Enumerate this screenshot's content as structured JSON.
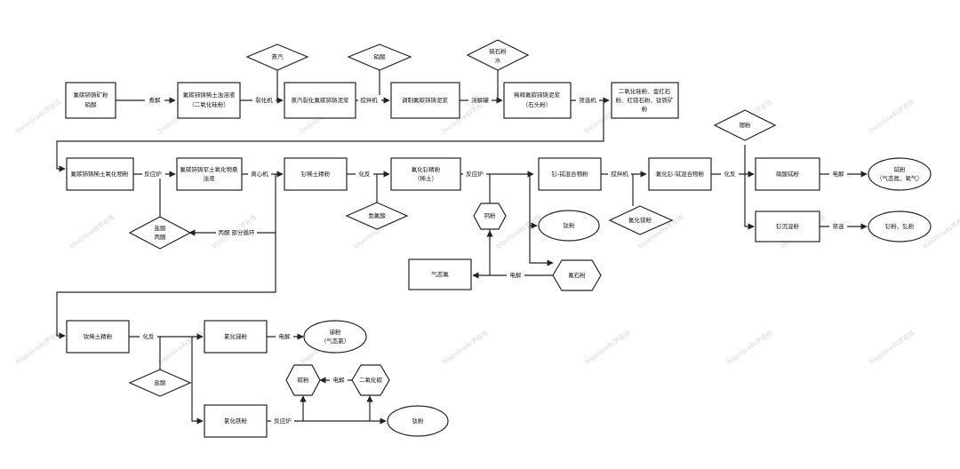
{
  "diagram": {
    "nodes": {
      "ore": [
        "氟碳铈铸矿粉",
        "硝酸"
      ],
      "leach": [
        "氟碳铈铸稀土浊溶液",
        "（二氧化硅粉）"
      ],
      "steam_slurry": [
        "蒸汽裂化氟碳铈铸泥浆"
      ],
      "prep_slurry": [
        "调制氟碳铈铸泥浆"
      ],
      "dilute_slurry": [
        "稀释氟碳铈铸泥浆",
        "（石头粉）"
      ],
      "screen_out": [
        "二氧化硅粉、金红石",
        "粉、红锆石粉、钛铁矿",
        "粉"
      ],
      "oxide_powder": [
        "氟碳铈铸稀土氧化物粉"
      ],
      "ree_liquor": [
        "氟碳铈铸罕土氧化物悬",
        "浊液"
      ],
      "sm_concentrate": [
        "钐稀土精粉"
      ],
      "smf_concentrate": [
        "氟化钐精粉",
        "（稀土）"
      ],
      "sm_y_mix": [
        "钐-铽混合物粉"
      ],
      "fluoride_mix": [
        "氟化钐-铽混合物粉"
      ],
      "tb_nitrate": [
        "硝酸铽粉"
      ],
      "tb_metal": [
        "铽粉",
        "（气态氮、氧气）"
      ],
      "sm_precip": [
        "钐沉淀粉"
      ],
      "sm_metal": [
        "钐粉、钆粉"
      ],
      "ca_powder": [
        "钙粉"
      ],
      "ti_powder": [
        "钛粉"
      ],
      "gas_f": [
        "气态氟"
      ],
      "fluorite": [
        "氟石粉"
      ],
      "steam": [
        "蒸汽"
      ],
      "nitric": [
        "硝酸"
      ],
      "gypsum_water": [
        "硫石粉",
        "水"
      ],
      "hcl_acetone": [
        "盐酸",
        "丙酮"
      ],
      "hydrofluoric": [
        "氢氟酸"
      ],
      "ammonium_f": [
        "氟化铵粉"
      ],
      "sr_powder": [
        "锶粉"
      ],
      "yb_concentrate": [
        "钕稀土精粉"
      ],
      "hcl": [
        "盐酸"
      ],
      "chloride1": [
        "氯化锑粉"
      ],
      "chloride2": [
        "氯化铁粉"
      ],
      "cl_metal": [
        "锑粉",
        "（气态氯）"
      ],
      "carbon": [
        "碳粉"
      ],
      "co2": [
        "二氧化碳"
      ],
      "ti_metal": [
        "钛粉"
      ]
    },
    "edge_labels": {
      "boil": "煮解",
      "crack": "裂化机",
      "stir1": "搅拌机",
      "dissolve": "溶解罐",
      "screen": "筛选机",
      "reactor1": "反应炉",
      "centrifuge": "离心机",
      "recycle": "丙酮 部分循环",
      "fluorinate1": "化反",
      "reactor2": "反应炉",
      "stir2": "搅拌机",
      "fluorinate2": "化反",
      "electrolysis1": "电解",
      "screen2": "筛选",
      "electrolysis2": "电解",
      "fluorinate3": "化反",
      "electrolysis3": "电解",
      "electrolysis4": "电解",
      "reactor3": "反应炉"
    },
    "watermark": "bioonline科学在线"
  },
  "colors": {
    "stroke": "#222222",
    "fill": "#ffffff",
    "watermark": "#d6d6d6"
  }
}
